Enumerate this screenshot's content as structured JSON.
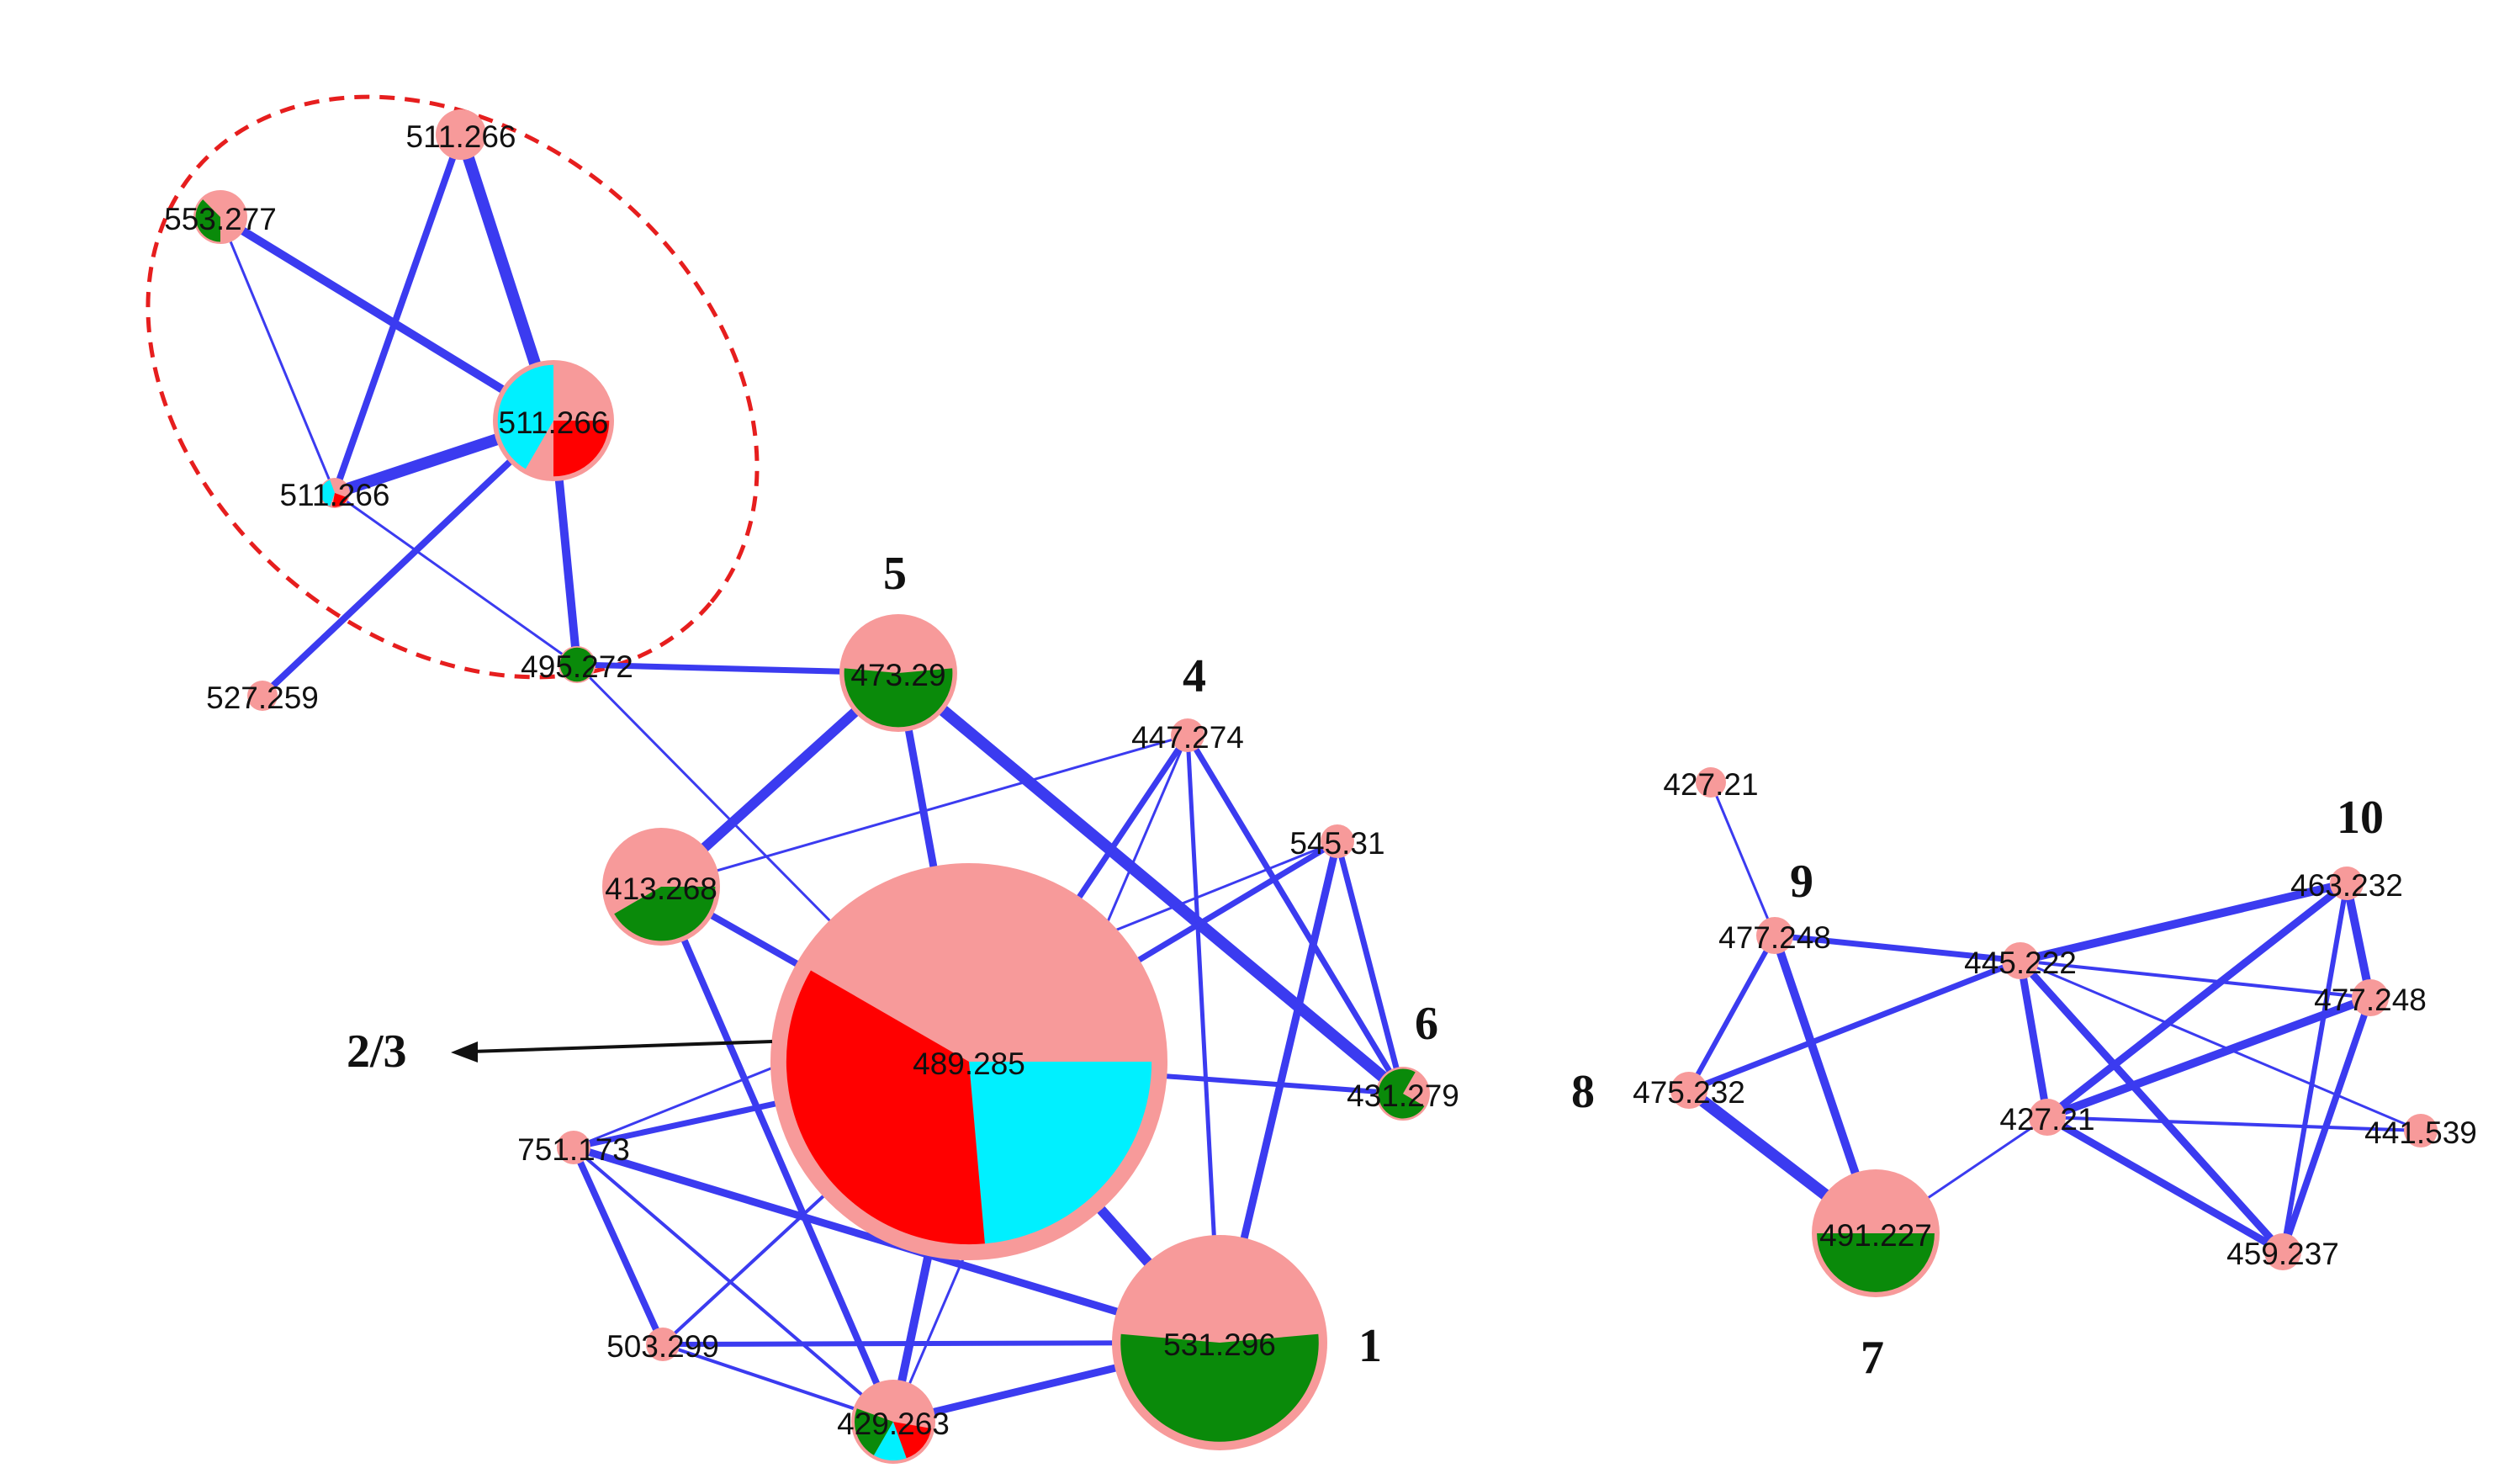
{
  "colors": {
    "edge": "#3b3bf0",
    "node_base": "#f79a9a",
    "slice_green": "#0a8a0a",
    "slice_cyan": "#00f0ff",
    "slice_red": "#ff0000",
    "enclosure": "#e61e1e",
    "arrow": "#111111"
  },
  "nodes": [
    {
      "id": "n511a",
      "label": "511.266",
      "slices": []
    },
    {
      "id": "n553",
      "label": "553.277",
      "slices": [
        "green"
      ]
    },
    {
      "id": "n511b",
      "label": "511.266",
      "slices": [
        "cyan",
        "red"
      ]
    },
    {
      "id": "n511c",
      "label": "511.266",
      "slices": [
        "cyan",
        "red"
      ]
    },
    {
      "id": "n527",
      "label": "527.259",
      "slices": []
    },
    {
      "id": "n495",
      "label": "495.272",
      "slices": [
        "green"
      ]
    },
    {
      "id": "n473",
      "label": "473.29",
      "slices": [
        "green"
      ]
    },
    {
      "id": "n447",
      "label": "447.274",
      "slices": []
    },
    {
      "id": "n545",
      "label": "545.31",
      "slices": []
    },
    {
      "id": "n413",
      "label": "413.268",
      "slices": [
        "green"
      ]
    },
    {
      "id": "n489",
      "label": "489.285",
      "slices": [
        "cyan",
        "red"
      ]
    },
    {
      "id": "n431",
      "label": "431.279",
      "slices": [
        "green"
      ]
    },
    {
      "id": "n751",
      "label": "751.173",
      "slices": []
    },
    {
      "id": "n503",
      "label": "503.299",
      "slices": []
    },
    {
      "id": "n429",
      "label": "429.263",
      "slices": [
        "green",
        "cyan",
        "red"
      ]
    },
    {
      "id": "n531",
      "label": "531.296",
      "slices": [
        "green"
      ]
    },
    {
      "id": "n427a",
      "label": "427.21",
      "slices": []
    },
    {
      "id": "n477a",
      "label": "477.248",
      "slices": []
    },
    {
      "id": "n445",
      "label": "445.222",
      "slices": []
    },
    {
      "id": "n463",
      "label": "463.232",
      "slices": []
    },
    {
      "id": "n477b",
      "label": "477.248",
      "slices": []
    },
    {
      "id": "n475",
      "label": "475.232",
      "slices": []
    },
    {
      "id": "n427b",
      "label": "427.21",
      "slices": []
    },
    {
      "id": "n441",
      "label": "441.539",
      "slices": []
    },
    {
      "id": "n491",
      "label": "491.227",
      "slices": [
        "green"
      ]
    },
    {
      "id": "n459",
      "label": "459.237",
      "slices": []
    }
  ],
  "edges": [
    [
      "n511a",
      "n511b"
    ],
    [
      "n511a",
      "n511c"
    ],
    [
      "n553",
      "n511b"
    ],
    [
      "n553",
      "n511c"
    ],
    [
      "n511c",
      "n511b"
    ],
    [
      "n511b",
      "n495"
    ],
    [
      "n511c",
      "n495"
    ],
    [
      "n511b",
      "n527"
    ],
    [
      "n495",
      "n473"
    ],
    [
      "n495",
      "n489"
    ],
    [
      "n473",
      "n413"
    ],
    [
      "n473",
      "n489"
    ],
    [
      "n473",
      "n431"
    ],
    [
      "n447",
      "n489"
    ],
    [
      "n447",
      "n413"
    ],
    [
      "n447",
      "n429"
    ],
    [
      "n447",
      "n431"
    ],
    [
      "n447",
      "n531"
    ],
    [
      "n545",
      "n489"
    ],
    [
      "n545",
      "n531"
    ],
    [
      "n545",
      "n431"
    ],
    [
      "n545",
      "n751"
    ],
    [
      "n413",
      "n489"
    ],
    [
      "n413",
      "n429"
    ],
    [
      "n489",
      "n751"
    ],
    [
      "n489",
      "n531"
    ],
    [
      "n489",
      "n429"
    ],
    [
      "n489",
      "n431"
    ],
    [
      "n751",
      "n531"
    ],
    [
      "n751",
      "n429"
    ],
    [
      "n751",
      "n503"
    ],
    [
      "n503",
      "n489"
    ],
    [
      "n503",
      "n531"
    ],
    [
      "n429",
      "n531"
    ],
    [
      "n429",
      "n503"
    ],
    [
      "n427a",
      "n477a"
    ],
    [
      "n477a",
      "n445"
    ],
    [
      "n477a",
      "n475"
    ],
    [
      "n477a",
      "n491"
    ],
    [
      "n475",
      "n445"
    ],
    [
      "n475",
      "n491"
    ],
    [
      "n491",
      "n427b"
    ],
    [
      "n445",
      "n463"
    ],
    [
      "n445",
      "n477b"
    ],
    [
      "n445",
      "n427b"
    ],
    [
      "n445",
      "n441"
    ],
    [
      "n445",
      "n459"
    ],
    [
      "n427b",
      "n463"
    ],
    [
      "n427b",
      "n477b"
    ],
    [
      "n427b",
      "n459"
    ],
    [
      "n427b",
      "n441"
    ],
    [
      "n463",
      "n477b"
    ],
    [
      "n463",
      "n459"
    ],
    [
      "n477b",
      "n459"
    ]
  ],
  "cluster_labels": {
    "c1": "1",
    "c23": "2/3",
    "c4": "4",
    "c5": "5",
    "c6": "6",
    "c7": "7",
    "c8": "8",
    "c9": "9",
    "c10": "10"
  }
}
